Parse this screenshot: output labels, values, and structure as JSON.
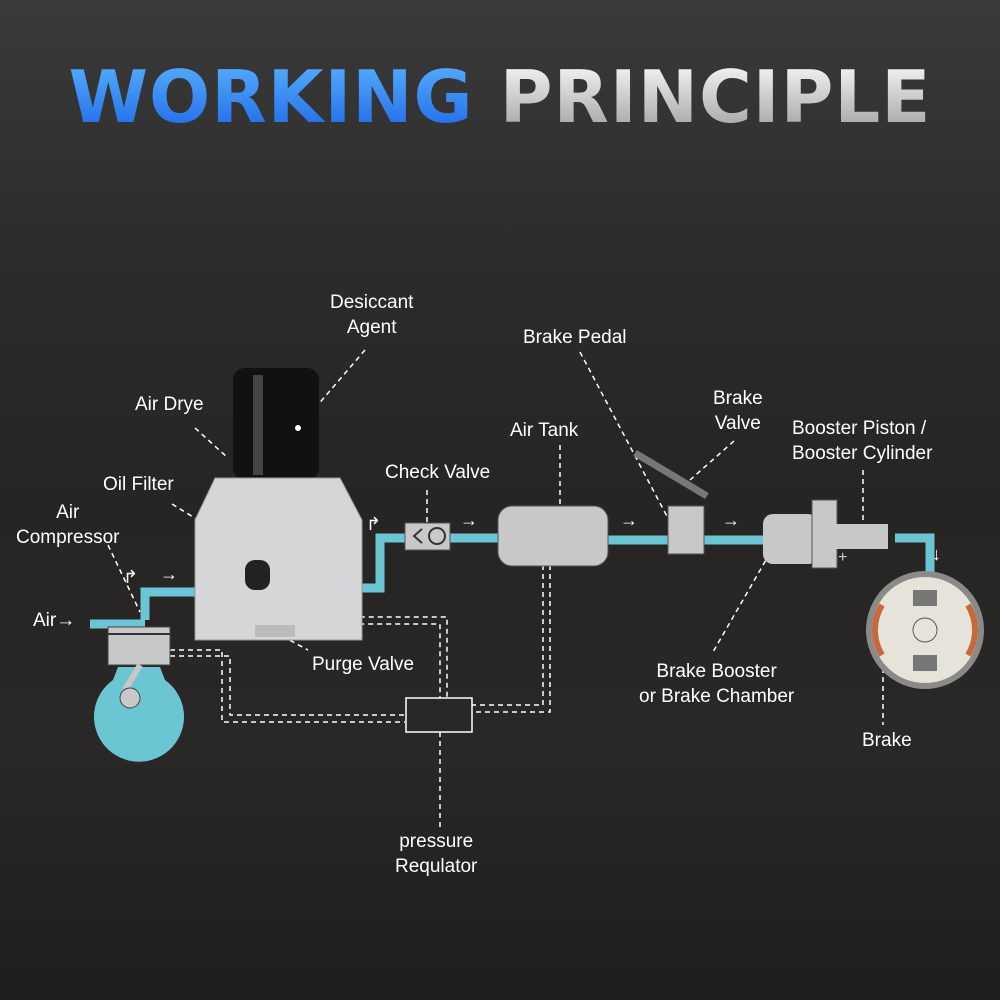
{
  "title": {
    "part1": "WORKING",
    "part2": "PRINCIPLE"
  },
  "labels": {
    "desiccant": [
      "Desiccant",
      "Agent"
    ],
    "air_drye": "Air Drye",
    "oil_filter": "Oil Filter",
    "air_compressor": [
      "Air",
      "Compressor"
    ],
    "air": "Air→",
    "purge_valve": "Purge Valve",
    "check_valve": "Check Valve",
    "air_tank": "Air Tank",
    "brake_pedal": "Brake Pedal",
    "brake_valve": [
      "Brake",
      "Valve"
    ],
    "booster_piston": [
      "Booster Piston /",
      "Booster Cylinder"
    ],
    "brake_booster": [
      "Brake Booster",
      "or Brake Chamber"
    ],
    "brake": "Brake",
    "pressure_regulator": [
      "pressure",
      "Requlator"
    ]
  },
  "colors": {
    "pipe": "#6cc5d3",
    "part": "#c8c8c8",
    "title_blue": "#2f86f5"
  }
}
